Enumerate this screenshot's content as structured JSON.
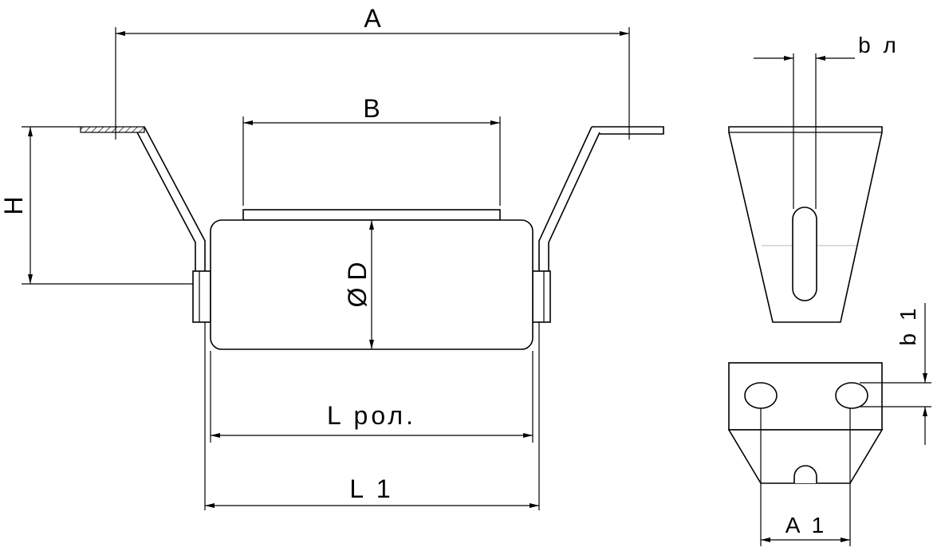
{
  "labels": {
    "dim_a": "A",
    "dim_b": "B",
    "dim_h": "H",
    "dim_d": "Ø D",
    "dim_l_rol": "L рол.",
    "dim_l1": "L 1",
    "dim_b_l": "b л",
    "dim_b1": "b 1",
    "dim_a1": "A 1"
  }
}
